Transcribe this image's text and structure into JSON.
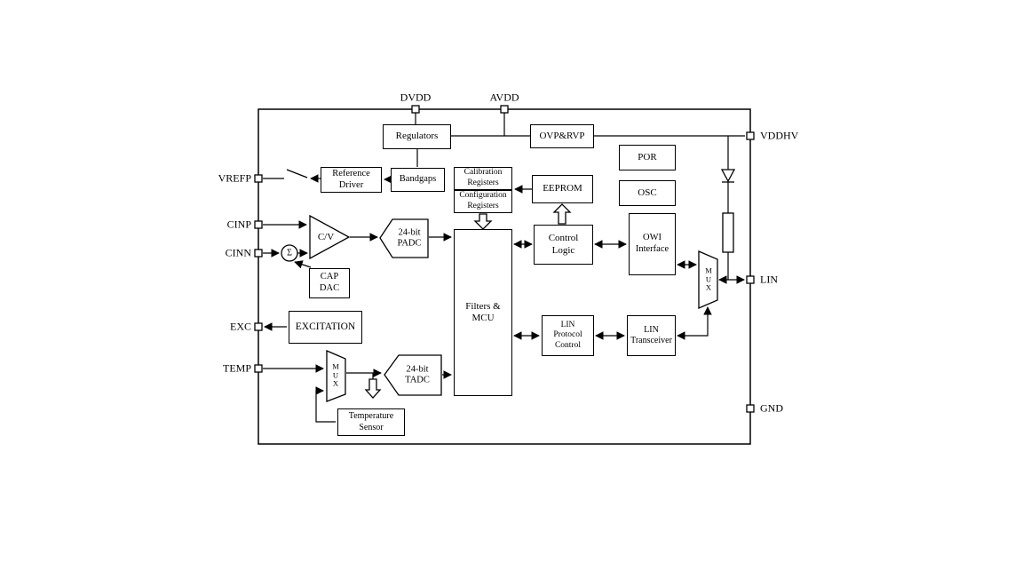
{
  "diagram": {
    "pins": {
      "dvdd": "DVDD",
      "avdd": "AVDD",
      "vddhv": "VDDHV",
      "lin": "LIN",
      "gnd": "GND",
      "vrefp": "VREFP",
      "cinp": "CINP",
      "cinn": "CINN",
      "exc": "EXC",
      "temp": "TEMP"
    },
    "blocks": {
      "regulators": "Regulators",
      "ovp_rvp": "OVP&RVP",
      "por": "POR",
      "osc": "OSC",
      "reference_driver": "Reference\nDriver",
      "bandgaps": "Bandgaps",
      "calibration_registers": "Calibration\nRegisters",
      "configuration_registers": "Configuration\nRegisters",
      "eeprom": "EEPROM",
      "control_logic": "Control\nLogic",
      "owi_interface": "OWI\nInterface",
      "filters_mcu": "Filters &\nMCU",
      "lin_protocol_control": "LIN\nProtocol\nControl",
      "lin_transceiver": "LIN\nTransceiver",
      "excitation": "EXCITATION",
      "cap_dac": "CAP\nDAC",
      "temperature_sensor": "Temperature\nSensor",
      "cv_converter": "C/V",
      "padc": "24-bit\nPADC",
      "tadc": "24-bit\nTADC",
      "mux_temp": "MUX",
      "mux_lin": "MUX",
      "sigma": "Σ"
    }
  }
}
